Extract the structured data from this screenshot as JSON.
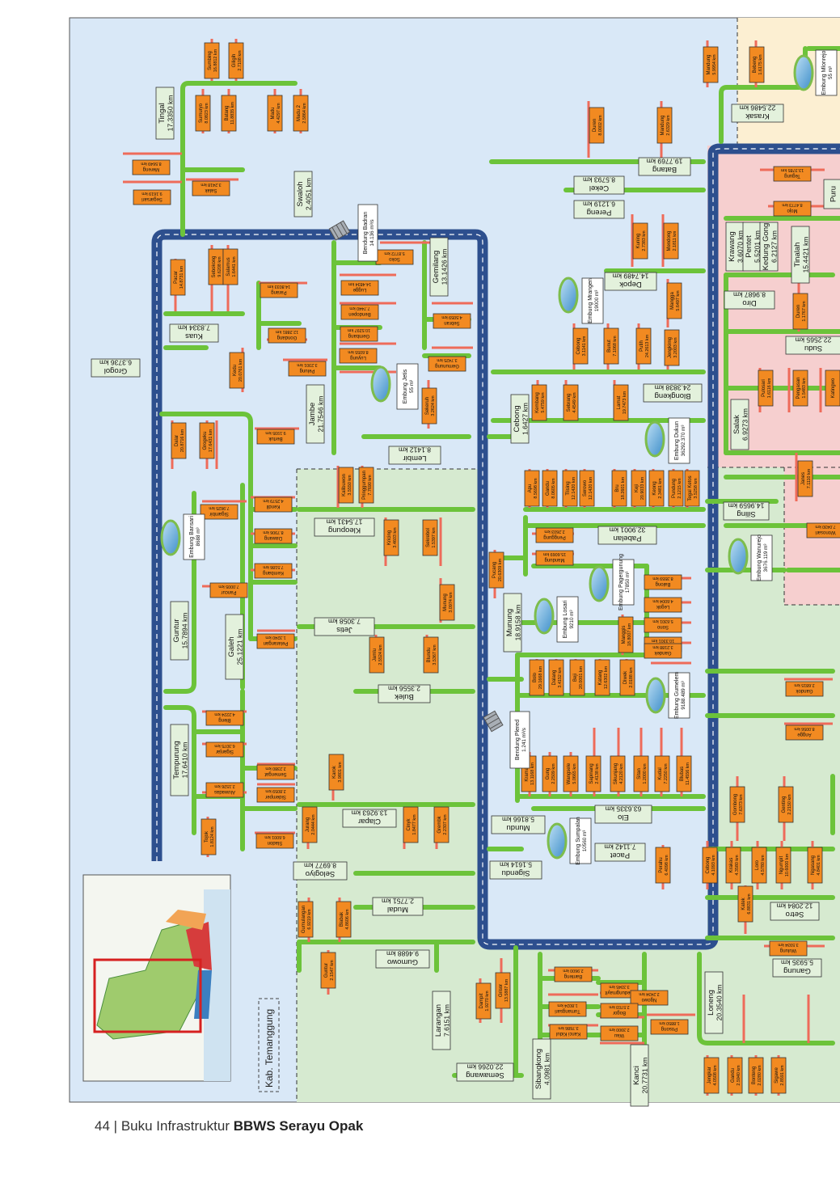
{
  "colors": {
    "main_canal": "#2d4f8e",
    "secondary_canal": "#6cc33a",
    "tertiary": "#ee6b5a",
    "river_label_bg": "#e3f1dc",
    "offtake_bg": "#f28a21",
    "background_blue": "#d9e8f7",
    "background_green": "#d6ead0",
    "background_pink": "#f6cfcf",
    "background_yellow": "#fcefd2"
  },
  "footer": {
    "page_number": "44",
    "separator": "|",
    "prefix": "Buku Infrastruktur",
    "bold": "BBWS Serayu Opak"
  },
  "region_label": "Kab. Temanggung",
  "main_labels": [
    {
      "name": "Tingal",
      "value": "17.3350 km"
    },
    {
      "name": "Swaloh",
      "value": "2.4051 km"
    },
    {
      "name": "Grogol",
      "value": "6.3736 km"
    },
    {
      "name": "Kuas",
      "value": "7.8334 km"
    },
    {
      "name": "Jambe",
      "value": "21.7546 km"
    },
    {
      "name": "Gemilang",
      "value": "13.1426 km"
    },
    {
      "name": "Lembir",
      "value": "8.1412 km"
    },
    {
      "name": "Kleopung",
      "value": "17.5431 km"
    },
    {
      "name": "Guntur",
      "value": "15.7894 km"
    },
    {
      "name": "Galeh",
      "value": "25.1221 km"
    },
    {
      "name": "Jetis",
      "value": "7.3058 km"
    },
    {
      "name": "Bulek",
      "value": "2.3556 km"
    },
    {
      "name": "Tempurung",
      "value": "17.6410 km"
    },
    {
      "name": "Clapar",
      "value": "13.9263 km"
    },
    {
      "name": "Selogiyo",
      "value": "8.6977 km"
    },
    {
      "name": "Mudal",
      "value": "2.7751 km"
    },
    {
      "name": "Gumowo",
      "value": "9.4688 km"
    },
    {
      "name": "Larangan",
      "value": "7.6151 km"
    },
    {
      "name": "Semawang",
      "value": "22.0266 km"
    },
    {
      "name": "Sibangkong",
      "value": "4.0981 km"
    },
    {
      "name": "Kanci",
      "value": "20.7731 km"
    },
    {
      "name": "Loneng",
      "value": "20.3540 km"
    },
    {
      "name": "Cebong",
      "value": "1.6427 km"
    },
    {
      "name": "Munung",
      "value": "18.9158 km"
    },
    {
      "name": "Pabelan",
      "value": "32.9001 km"
    },
    {
      "name": "Elo",
      "value": "63.6335 km"
    },
    {
      "name": "Mundu",
      "value": "5.8166 km"
    },
    {
      "name": "Pacet",
      "value": "7.1142 km"
    },
    {
      "name": "Sigendu",
      "value": "5.1614 km"
    },
    {
      "name": "Cekel",
      "value": "8.5793 km"
    },
    {
      "name": "Pereng",
      "value": "6.1219 km"
    },
    {
      "name": "Batang",
      "value": "19.7769 km"
    },
    {
      "name": "Depok",
      "value": "14.7489 km"
    },
    {
      "name": "Blongkeng",
      "value": "24.3838 km"
    },
    {
      "name": "Krasak",
      "value": "22.5486 km"
    },
    {
      "name": "Krawang",
      "value": "3.6070 km"
    },
    {
      "name": "Pentet",
      "value": "5.5201 km"
    },
    {
      "name": "Kedung Gong",
      "value": "6.2127 km"
    },
    {
      "name": "Tinalah",
      "value": "15.4421 km"
    },
    {
      "name": "Diro",
      "value": "8.9687 km"
    },
    {
      "name": "Sudu",
      "value": "22.2565 km"
    },
    {
      "name": "Salak",
      "value": "6.9273 km"
    },
    {
      "name": "Siling",
      "value": "14.9659 km"
    },
    {
      "name": "Setro",
      "value": "12.2084 km"
    },
    {
      "name": "Ganung",
      "value": "5.5935 km"
    },
    {
      "name": "Puru",
      "value": ""
    }
  ],
  "reservoirs": [
    {
      "name": "Embung Bansari",
      "value": "8688 m³"
    },
    {
      "name": "Embung Jetis",
      "value": "55 m³"
    },
    {
      "name": "Embung Mrangen",
      "value": "19000 m³"
    },
    {
      "name": "Embung Dukun",
      "value": "36292.370 m³"
    },
    {
      "name": "Embung Wanurejo",
      "value": "3676.119 m³"
    },
    {
      "name": "Embung Pagergunung",
      "value": "17850 m³"
    },
    {
      "name": "Embung Losari",
      "value": "9210 m³"
    },
    {
      "name": "Embung Gumelem",
      "value": "9188.489 m³"
    },
    {
      "name": "Embung Sumpalan",
      "value": "10560 m³"
    },
    {
      "name": "Embung Mlonrejo",
      "value": "55 m³"
    }
  ],
  "weirs": [
    {
      "name": "Bendung Badran",
      "value": "14.136 m³/s"
    },
    {
      "name": "Bendung Plered",
      "value": "1.241 m³/s"
    }
  ],
  "offtakes": [
    {
      "name": "Sumbing",
      "value": "16.8812 km"
    },
    {
      "name": "Giligih",
      "value": "2.7108 km"
    },
    {
      "name": "Sumuryo",
      "value": "8.0823 km"
    },
    {
      "name": "Batang",
      "value": "11.8835 km"
    },
    {
      "name": "Madu",
      "value": "4.4297 km"
    },
    {
      "name": "Madu 2",
      "value": "2.5864 km"
    },
    {
      "name": "Mereng",
      "value": "8.5649 km"
    },
    {
      "name": "Salak",
      "value": "3.2418 km"
    },
    {
      "name": "Segarsari",
      "value": "9.1619 km"
    },
    {
      "name": "Pacar",
      "value": "14.8731 km"
    },
    {
      "name": "Sebokong",
      "value": "9.6208 km"
    },
    {
      "name": "Salamus",
      "value": "1.6441 km"
    },
    {
      "name": "Soko",
      "value": "5.8772 km"
    },
    {
      "name": "Lugge",
      "value": "14.4834 km"
    },
    {
      "name": "Bendopen",
      "value": "7.7440 km"
    },
    {
      "name": "Parang",
      "value": "14.8033 km"
    },
    {
      "name": "Sebran",
      "value": "4.5059 km"
    },
    {
      "name": "Gondang",
      "value": "12.2881 km"
    },
    {
      "name": "Gembang",
      "value": "10.5297 km"
    },
    {
      "name": "Luyung",
      "value": "8.6055 km"
    },
    {
      "name": "Gemunung",
      "value": "3.7425 km"
    },
    {
      "name": "Pelung",
      "value": "3.2301 km"
    },
    {
      "name": "Kedu",
      "value": "20.0761 km"
    },
    {
      "name": "Sekeruh",
      "value": "3.2624 km"
    },
    {
      "name": "Dalar",
      "value": "20.8716 km"
    },
    {
      "name": "Grogeku",
      "value": "17.6431 km"
    },
    {
      "name": "Bertuk",
      "value": "9.1935 km"
    },
    {
      "name": "Kalibuwon",
      "value": "3.5550 km"
    },
    {
      "name": "Pringgumpan",
      "value": "7.7690 km"
    },
    {
      "name": "Sigambir",
      "value": "7.9625 km"
    },
    {
      "name": "Kendil",
      "value": "4.2579 km"
    },
    {
      "name": "Dawang",
      "value": "8.7906 km"
    },
    {
      "name": "Kembang",
      "value": "7.5186 km"
    },
    {
      "name": "Pancur",
      "value": "7.0005 km"
    },
    {
      "name": "Kricing",
      "value": "3.4603 km"
    },
    {
      "name": "Sekrebol",
      "value": "1.5397 km"
    },
    {
      "name": "Pelarangan",
      "value": "1.3240 km"
    },
    {
      "name": "Munung",
      "value": "3.0974 km"
    },
    {
      "name": "Jamlu",
      "value": "2.5524 km"
    },
    {
      "name": "Blundu",
      "value": "3.5367 km"
    },
    {
      "name": "Bleng",
      "value": "4.2224 km"
    },
    {
      "name": "Siganjar",
      "value": "6.3075 km"
    },
    {
      "name": "Semengat",
      "value": "2.2380 km"
    },
    {
      "name": "Karok",
      "value": "3.9801 km"
    },
    {
      "name": "Sidemper",
      "value": "2.8059 km"
    },
    {
      "name": "Aluwadas",
      "value": "2.1526 km"
    },
    {
      "name": "Jurang",
      "value": "2.0444 km"
    },
    {
      "name": "Cinyk",
      "value": "1.8477 km"
    },
    {
      "name": "Grembk",
      "value": "2.2307 km"
    },
    {
      "name": "Tojok",
      "value": "1.8124 km"
    },
    {
      "name": "Sladon",
      "value": "6.6001 km"
    },
    {
      "name": "Gumulangan",
      "value": "6.9219 km"
    },
    {
      "name": "Blabak",
      "value": "4.8606 km"
    },
    {
      "name": "Guntur",
      "value": "2.1547 km"
    },
    {
      "name": "Dampit",
      "value": "1.9270 km"
    },
    {
      "name": "Grisor",
      "value": "13.5887 km"
    },
    {
      "name": "Mandung",
      "value": "5.9954 km"
    },
    {
      "name": "Bebeng",
      "value": "1.6175 km"
    },
    {
      "name": "Duren",
      "value": "8.0002 km"
    },
    {
      "name": "Mandung",
      "value": "2.6329 km"
    },
    {
      "name": "Tegung",
      "value": "13.3785 km"
    },
    {
      "name": "Mojo",
      "value": "8.4773 km"
    },
    {
      "name": "Kuning",
      "value": "2.7383 km"
    },
    {
      "name": "Mendong",
      "value": "2.1811 km"
    },
    {
      "name": "Mangga",
      "value": "5.6497 km"
    },
    {
      "name": "Cebong",
      "value": "3.1141 km"
    },
    {
      "name": "Bunut",
      "value": "7.1068 km"
    },
    {
      "name": "Putih",
      "value": "24.2613 km"
    },
    {
      "name": "Jengkirng",
      "value": "3.2003 km"
    },
    {
      "name": "Duren",
      "value": "1.1767 km"
    },
    {
      "name": "Kembang",
      "value": "5.4759 km"
    },
    {
      "name": "Sebrang",
      "value": "4.4549 km"
    },
    {
      "name": "Lamat",
      "value": "19.7473 km"
    },
    {
      "name": "Pulosari",
      "value": "1.6116 km"
    },
    {
      "name": "Pengasan",
      "value": "1.5483 km"
    },
    {
      "name": "Katingwo",
      "value": ""
    },
    {
      "name": "Apu",
      "value": "8.5698 km"
    },
    {
      "name": "Gandu",
      "value": "8.0605 km"
    },
    {
      "name": "Tlising",
      "value": "12.1420 km"
    },
    {
      "name": "Serowo",
      "value": "12.1420 km"
    },
    {
      "name": "Bru",
      "value": "18.2601 km"
    },
    {
      "name": "Keji",
      "value": "20.9033 km"
    },
    {
      "name": "Keong",
      "value": "2.3481 km"
    },
    {
      "name": "Pundung",
      "value": "2.1215 km"
    },
    {
      "name": "Tegal Ketos",
      "value": "3.5258 km"
    },
    {
      "name": "Janes",
      "value": "7.1110 km"
    },
    {
      "name": "Wonosari",
      "value": "7.0430 km"
    },
    {
      "name": "Penggung",
      "value": "2.2603 km"
    },
    {
      "name": "Mandung",
      "value": "15.6069 km"
    },
    {
      "name": "Pucang",
      "value": "20.6309 km"
    },
    {
      "name": "Balong",
      "value": "8.3559 km"
    },
    {
      "name": "Legok",
      "value": "4.6004 km"
    },
    {
      "name": "Sono",
      "value": "5.6301 km"
    },
    {
      "name": "Manggis",
      "value": "18.8007 km"
    },
    {
      "name": "Parangan",
      "value": "10.3301 km"
    },
    {
      "name": "Gandek",
      "value": "3.2188 km"
    },
    {
      "name": "Bolo",
      "value": "29.1668 km"
    },
    {
      "name": "Dalang",
      "value": "3.4152 km"
    },
    {
      "name": "Beji",
      "value": "20.0001 km"
    },
    {
      "name": "Katang",
      "value": "12.6302 km"
    },
    {
      "name": "Diwek",
      "value": "2.0188 km"
    },
    {
      "name": "Gandok",
      "value": "2.6815 km"
    },
    {
      "name": "Angge",
      "value": "8.0056 km"
    },
    {
      "name": "Kramat",
      "value": "13.1168 km"
    },
    {
      "name": "Gung",
      "value": "2.2509 km"
    },
    {
      "name": "Wangsele",
      "value": "5.0665 km"
    },
    {
      "name": "Sapinang",
      "value": "2.4138 km"
    },
    {
      "name": "Sikunjang",
      "value": "4.2120 km"
    },
    {
      "name": "Sitan",
      "value": "1.2000 km"
    },
    {
      "name": "Kudal",
      "value": "7.2250 km"
    },
    {
      "name": "Blubas",
      "value": "11.4556 km"
    },
    {
      "name": "Gombong",
      "value": "7.6373 km"
    },
    {
      "name": "Genting",
      "value": "2.2150 km"
    },
    {
      "name": "Perahu",
      "value": "6.4098 km"
    },
    {
      "name": "Cebong",
      "value": "4.1093 km"
    },
    {
      "name": "Krakas",
      "value": "4.3580 km"
    },
    {
      "name": "Loro",
      "value": "4.5780 km"
    },
    {
      "name": "Ngumpit",
      "value": "10.6000 km"
    },
    {
      "name": "Ngasang",
      "value": "4.8401 km"
    },
    {
      "name": "Katek",
      "value": "6.8831 km"
    },
    {
      "name": "Wulung",
      "value": "3.5934 km"
    },
    {
      "name": "Banteng",
      "value": "2.9600 km"
    },
    {
      "name": "Kedungmayit",
      "value": "3.3345 km"
    },
    {
      "name": "Ngowo",
      "value": "2.2434 km"
    },
    {
      "name": "Tumangsari",
      "value": "1.8024 km"
    },
    {
      "name": "Bogor",
      "value": "2.5703 km"
    },
    {
      "name": "Kanci Kidul",
      "value": "3.7686 km"
    },
    {
      "name": "Wau",
      "value": "2.3900 km"
    },
    {
      "name": "Posong",
      "value": "1.8850 km"
    },
    {
      "name": "Jengkar",
      "value": "4.0508 km"
    },
    {
      "name": "Gandu",
      "value": "2.5940 km"
    },
    {
      "name": "Bonteng",
      "value": "2.0280 km"
    },
    {
      "name": "Sigawe",
      "value": "2.8591 km"
    }
  ]
}
